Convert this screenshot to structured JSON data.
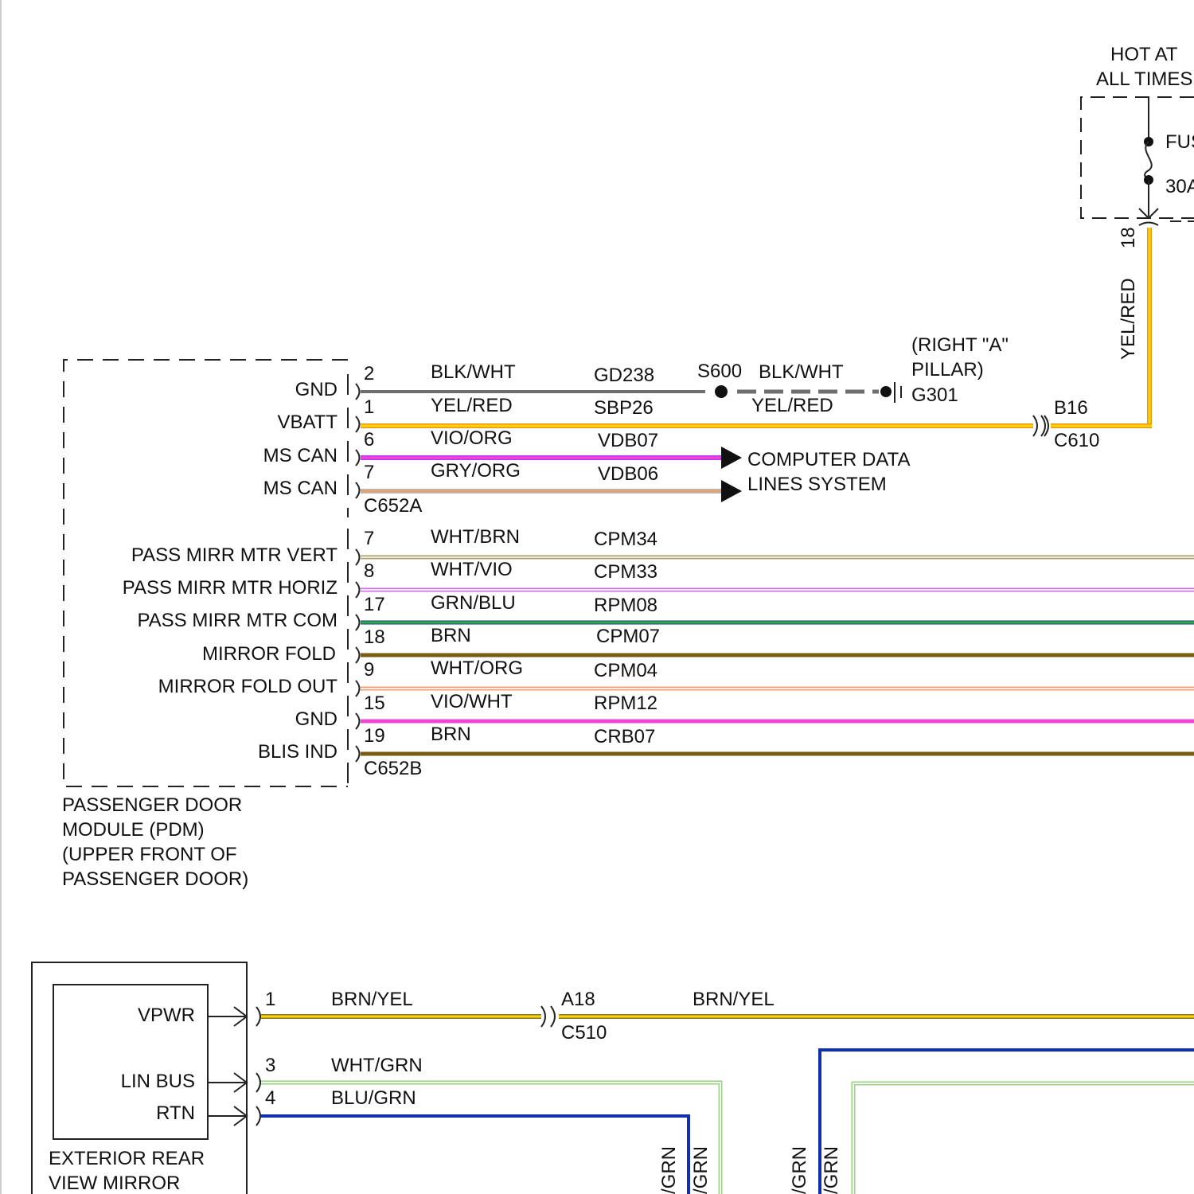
{
  "top_fuse": {
    "label_line1": "HOT AT",
    "label_line2": "ALL TIMES",
    "fuse_label1": "FUS",
    "fuse_label2": "30A",
    "pin": "18",
    "wire_color": "YEL/RED"
  },
  "pdm": {
    "name_lines": [
      "PASSENGER DOOR",
      "MODULE (PDM)",
      "(UPPER FRONT OF",
      "PASSENGER DOOR)"
    ],
    "connector_a": "C652A",
    "connector_b": "C652B",
    "circuits_a": [
      {
        "label": "GND",
        "pin": "2",
        "wire": "BLK/WHT",
        "circuit": "GD238"
      },
      {
        "label": "VBATT",
        "pin": "1",
        "wire": "YEL/RED",
        "circuit": "SBP26"
      },
      {
        "label": "MS CAN",
        "pin": "6",
        "wire": "VIO/ORG",
        "circuit": "VDB07"
      },
      {
        "label": "MS CAN",
        "pin": "7",
        "wire": "GRY/ORG",
        "circuit": "VDB06"
      }
    ],
    "circuits_b": [
      {
        "label": "PASS MIRR MTR VERT",
        "pin": "7",
        "wire": "WHT/BRN",
        "circuit": "CPM34"
      },
      {
        "label": "PASS MIRR MTR HORIZ",
        "pin": "8",
        "wire": "WHT/VIO",
        "circuit": "CPM33"
      },
      {
        "label": "PASS MIRR MTR COM",
        "pin": "17",
        "wire": "GRN/BLU",
        "circuit": "RPM08"
      },
      {
        "label": "MIRROR FOLD",
        "pin": "18",
        "wire": "BRN",
        "circuit": "CPM07"
      },
      {
        "label": "MIRROR FOLD OUT",
        "pin": "9",
        "wire": "WHT/ORG",
        "circuit": "CPM04"
      },
      {
        "label": "GND",
        "pin": "15",
        "wire": "VIO/WHT",
        "circuit": "RPM12"
      },
      {
        "label": "BLIS IND",
        "pin": "19",
        "wire": "BRN",
        "circuit": "CRB07"
      }
    ]
  },
  "ground": {
    "splice": "S600",
    "splice_wire": "BLK/WHT",
    "location_line1": "(RIGHT \"A\"",
    "location_line2": "PILLAR)",
    "ground_id": "G301"
  },
  "vbatt_run": {
    "wire": "YEL/RED",
    "connector_pin": "B16",
    "connector": "C610"
  },
  "data_lines": {
    "line1": "COMPUTER DATA",
    "line2": "LINES SYSTEM"
  },
  "mirror": {
    "name_lines": [
      "EXTERIOR REAR",
      "VIEW MIRROR"
    ],
    "pins": [
      {
        "label": "VPWR",
        "pin": "1",
        "wire": "BRN/YEL"
      },
      {
        "label": "LIN BUS",
        "pin": "3",
        "wire": "WHT/GRN"
      },
      {
        "label": "RTN",
        "pin": "4",
        "wire": "BLU/GRN"
      }
    ],
    "c510_pin": "A18",
    "c510": "C510",
    "c510_wire": "BRN/YEL"
  },
  "bottom_vertical_labels": [
    "/GRN",
    "/GRN",
    "/GRN",
    "/GRN"
  ],
  "colors": {
    "yellow": "#ffc400",
    "yellow_core": "#ffd400",
    "orange_edge": "#e8961e",
    "gray": "#6e6e6e",
    "violet": "#b23cff",
    "pink": "#ff3fc8",
    "tan": "#d89a6a",
    "olive": "#8a7a2e",
    "green": "#2f9a3a",
    "blue": "#1030b0",
    "brown": "#7a5c10",
    "light_green": "#9fd08a"
  }
}
